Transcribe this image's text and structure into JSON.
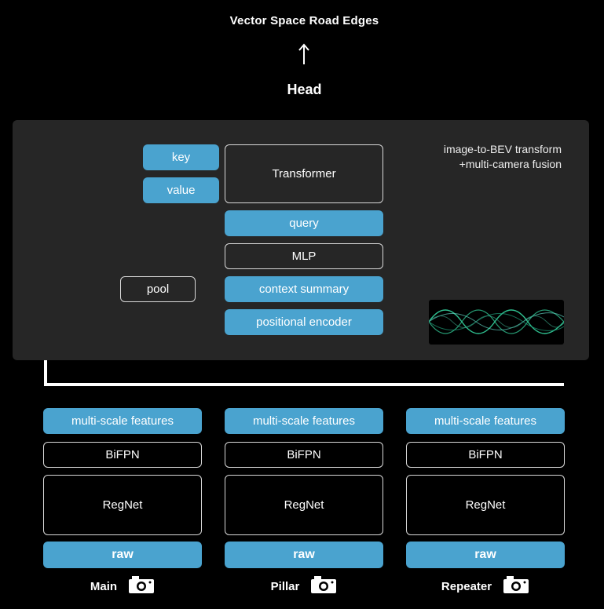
{
  "title": "Vector Space Road Edges",
  "head_label": "Head",
  "panel": {
    "label_line1": "image-to-BEV transform",
    "label_line2": "+multi-camera fusion"
  },
  "blocks": {
    "key": "key",
    "value": "value",
    "transformer": "Transformer",
    "query": "query",
    "mlp": "MLP",
    "pool": "pool",
    "context_summary": "context summary",
    "positional_encoder": "positional encoder"
  },
  "cameras": [
    {
      "name": "Main",
      "features": "multi-scale features",
      "bifpn": "BiFPN",
      "regnet": "RegNet",
      "raw": "raw"
    },
    {
      "name": "Pillar",
      "features": "multi-scale features",
      "bifpn": "BiFPN",
      "regnet": "RegNet",
      "raw": "raw"
    },
    {
      "name": "Repeater",
      "features": "multi-scale features",
      "bifpn": "BiFPN",
      "regnet": "RegNet",
      "raw": "raw"
    }
  ],
  "colors": {
    "accent_blue": "#4aa3cf",
    "panel": "#262626",
    "background": "#000000",
    "wave_green": "#2fbf8f"
  },
  "icons": {
    "camera": "camera-icon",
    "up_arrow": "arrow-up-icon",
    "wave": "sinusoid-wave-icon"
  }
}
